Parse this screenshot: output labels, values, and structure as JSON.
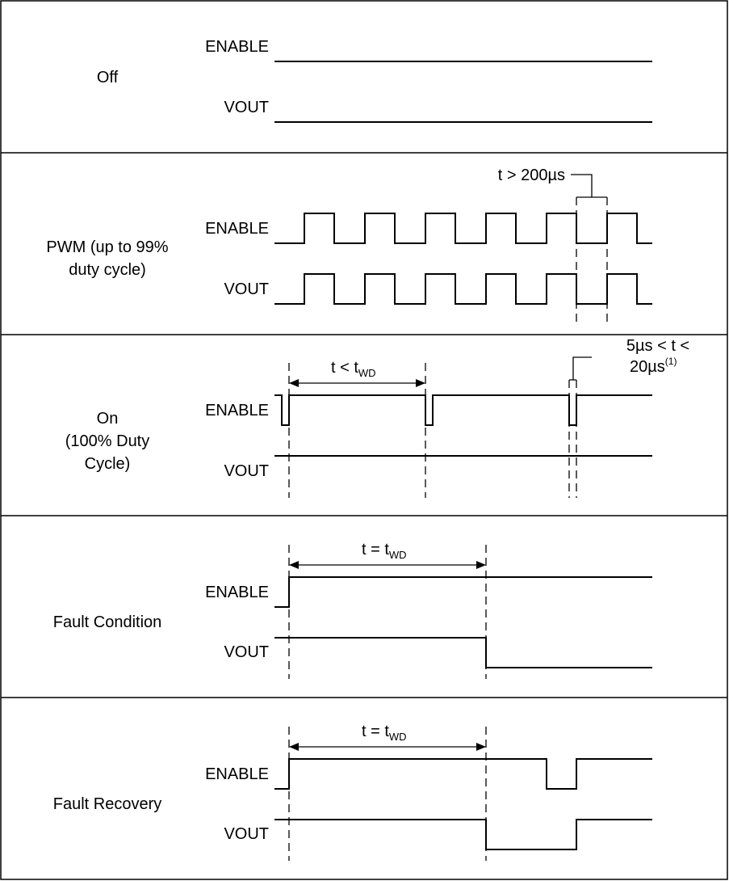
{
  "signals": {
    "enable": "ENABLE",
    "vout": "VOUT"
  },
  "panels": [
    {
      "id": "off",
      "title_lines": [
        "Off"
      ]
    },
    {
      "id": "pwm",
      "title_lines": [
        "PWM (up to 99%",
        "duty cycle)"
      ],
      "annotation": "t > 200µs"
    },
    {
      "id": "on",
      "title_lines": [
        "On",
        "(100% Duty",
        "Cycle)"
      ],
      "annotation_main": "t < t",
      "annotation_sub": "WD",
      "annotation2_line1": "5µs < t <",
      "annotation2_line2": "20µs",
      "annotation2_sup": "(1)"
    },
    {
      "id": "fault-condition",
      "title_lines": [
        "Fault Condition"
      ],
      "annotation_main": "t = t",
      "annotation_sub": "WD"
    },
    {
      "id": "fault-recovery",
      "title_lines": [
        "Fault Recovery"
      ],
      "annotation_main": "t = t",
      "annotation_sub": "WD"
    }
  ]
}
